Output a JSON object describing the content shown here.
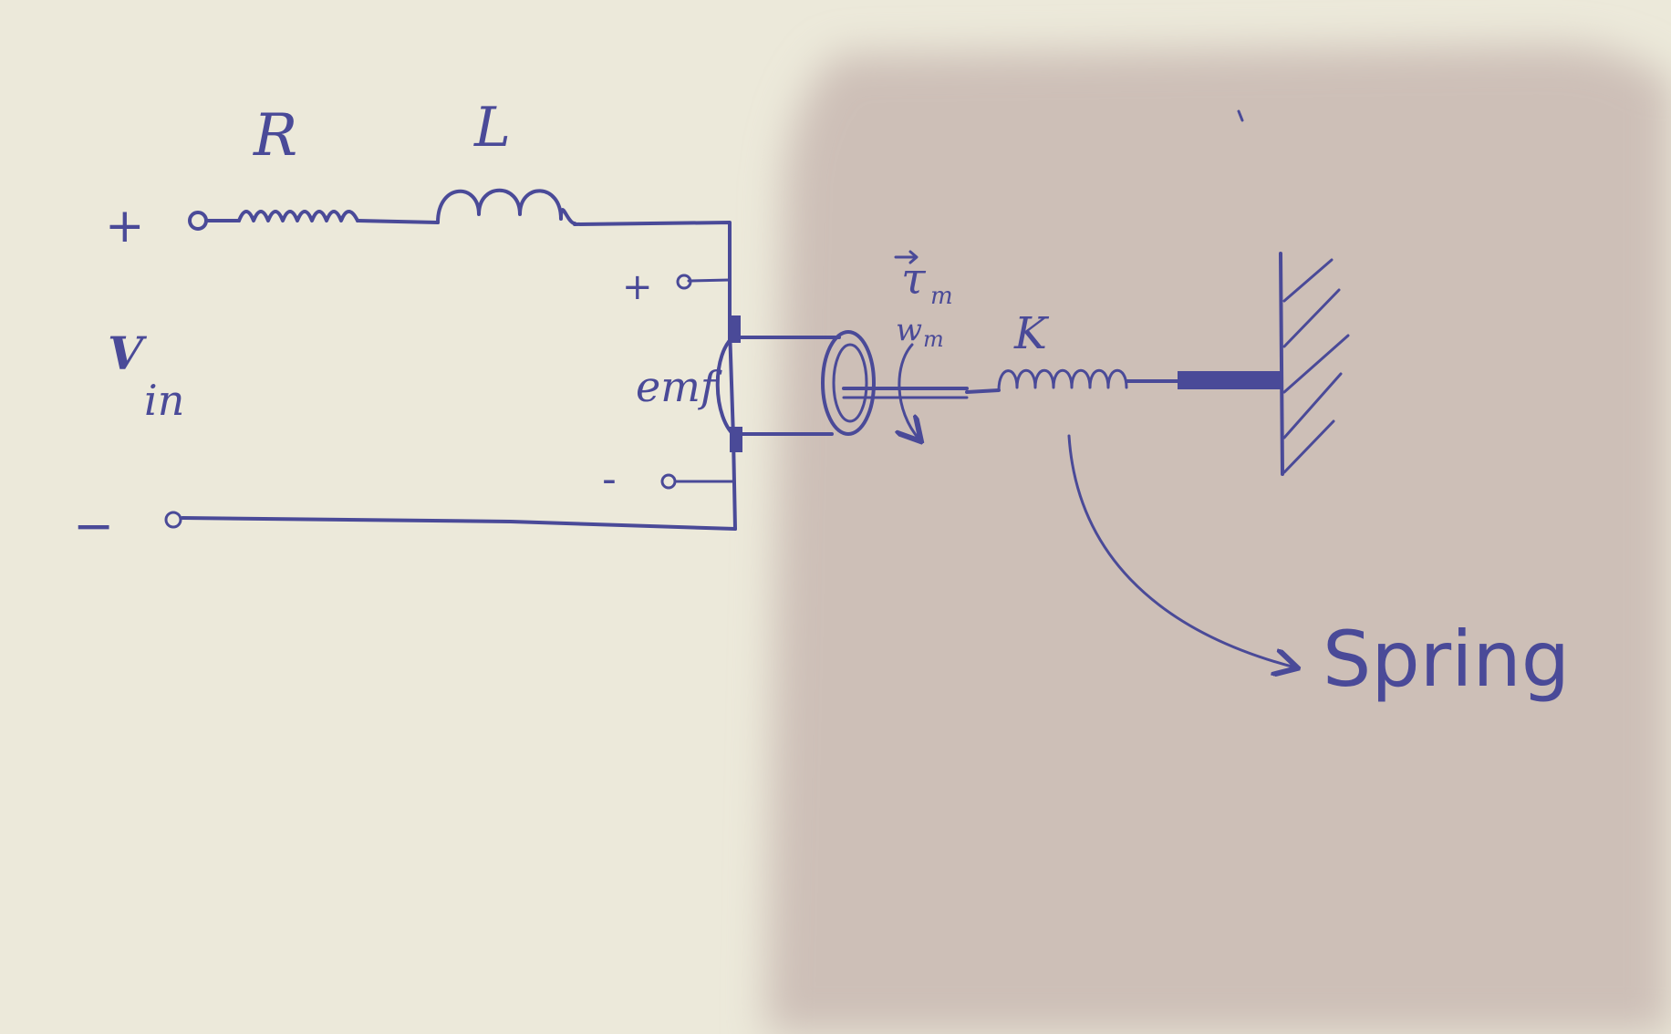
{
  "paper": {
    "background_color": "#ece9da",
    "shadow_color": "#cdbfb7",
    "ink_color": "#4a4a98"
  },
  "labels": {
    "resistor": "R",
    "inductor": "L",
    "input_plus": "+",
    "input_minus": "−",
    "input_voltage_main": "V",
    "input_voltage_sub": "in",
    "emf_plus": "+",
    "emf_minus": "-",
    "emf": "emf",
    "torque": "τ",
    "torque_sub": "m",
    "angular_velocity": "w",
    "angular_velocity_sub": "m",
    "spring_constant": "K",
    "spring_callout": "Spring"
  }
}
